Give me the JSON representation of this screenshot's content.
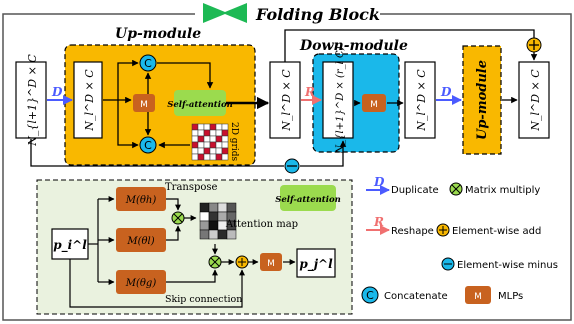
{
  "title": "Folding Block",
  "up_module_title": "Up-module",
  "down_module_title": "Down-module",
  "up_module_label": "Up-module",
  "self_attention": "Self-attention",
  "grid_label": "2D grids",
  "m_label": "M",
  "c_label": "C",
  "d_label": "D",
  "r_label": "R",
  "tensors": {
    "input": "N_{l+1}^D × C",
    "up_in": "N_l^D × C",
    "down_in": "N_l^D × C",
    "down_reshape": "N_{l+1}^D × (r_l C)",
    "after_down": "N_l^D × C",
    "output": "N_l^D × C"
  },
  "detail": {
    "transpose": "Transpose",
    "attention_map": "Attention map",
    "skip_connection": "Skip connection",
    "self_attention": "Self-attention",
    "m_h": "M(θh)",
    "m_l": "M(θl)",
    "m_g": "M(θg)",
    "p_in": "p_i^l",
    "p_out": "p_j^l"
  },
  "legend": {
    "duplicate": "Duplicate",
    "matrix_multiply": "Matrix multiply",
    "reshape": "Reshape",
    "element_add": "Element-wise add",
    "element_minus": "Element-wise minus",
    "concatenate": "Concatenate",
    "mlps": "MLPs"
  },
  "colors": {
    "up_module_fill": "#F9B800",
    "down_module_fill": "#1AB8EA",
    "m_block": "#C8621F",
    "circle_c": "#1AB8EA",
    "self_attention_fill": "#9BDB4E",
    "detail_bg": "#EAF2DF",
    "green_bow": "#1DB954",
    "arrow_d": "#4B5BFF",
    "arrow_r": "#F07070"
  }
}
